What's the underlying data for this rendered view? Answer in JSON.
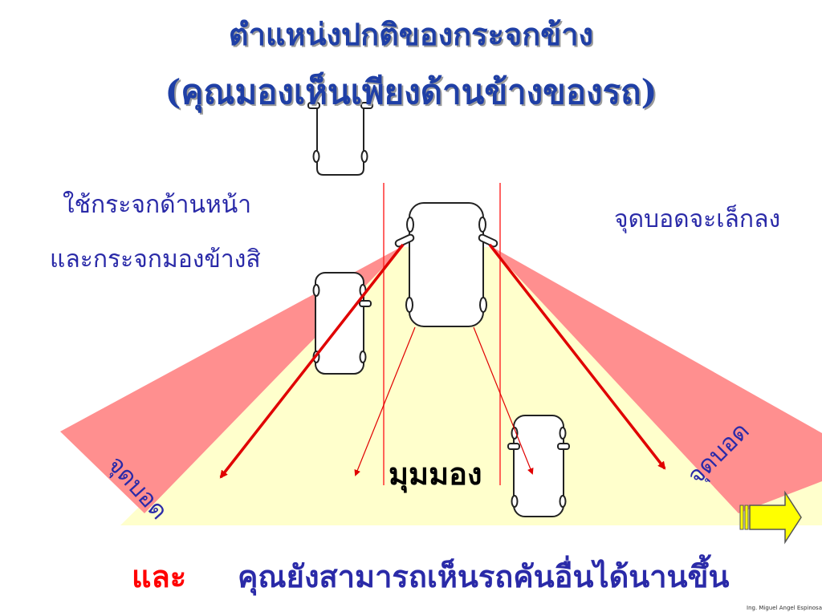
{
  "title": {
    "line1": "ตำแหน่งปกติของกระจกข้าง",
    "line2": "(คุณมองเห็นเพียงด้านข้างของรถ)"
  },
  "labels": {
    "left_line1": "ใช้กระจกด้านหน้า",
    "left_line2": "และกระจกมองข้างสิ",
    "right_note": "จุดบอดจะเล็กลง",
    "viewing_angle": "มุมมอง",
    "blind_spot_left": "จุดบอด",
    "blind_spot_right": "จุดบอด"
  },
  "footer": {
    "and": "และ",
    "text": "คุณยังสามารถเห็นรถคันอื่นได้นานขึ้น",
    "credit": "Ing. Miguel Angel Espinosa"
  },
  "colors": {
    "road": "#ffffcc",
    "blind_spot": "#ff8f8f",
    "arrow": "#e00000",
    "lane_line": "#ff3030",
    "next_arrow": "#ffff00"
  },
  "icons": {
    "next": "right-arrow-icon"
  }
}
